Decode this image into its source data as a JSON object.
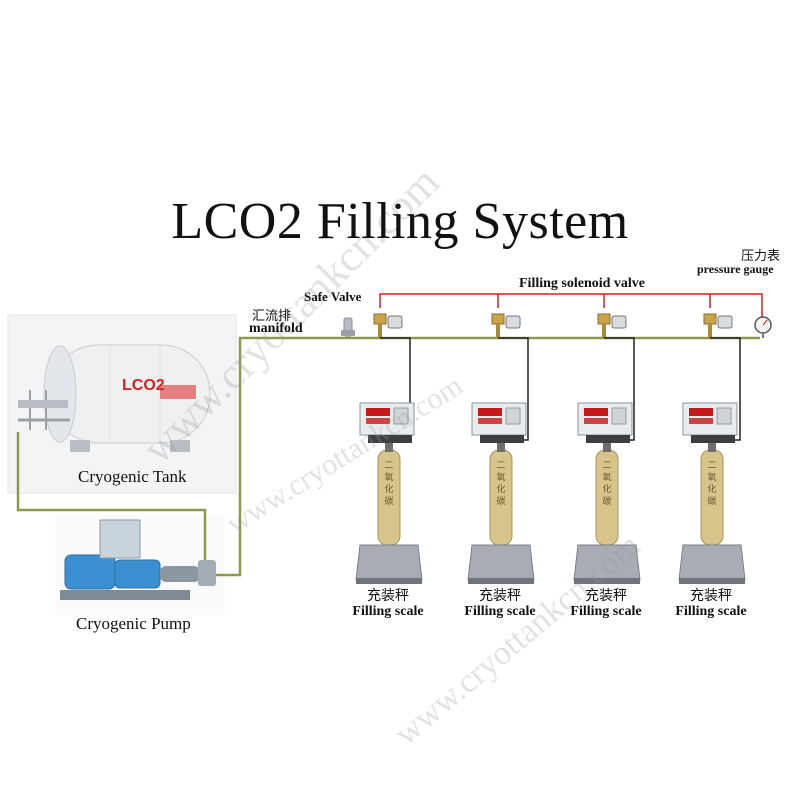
{
  "title": "LCO2 Filling System",
  "labels": {
    "safe_valve": "Safe Valve",
    "solenoid_valve": "Filling solenoid valve",
    "pressure_gauge_cn": "压力表",
    "pressure_gauge_en": "pressure gauge",
    "manifold_cn": "汇流排",
    "manifold_en": "manifold",
    "tank": "Cryogenic Tank",
    "pump": "Cryogenic Pump",
    "tank_marking": "LCO2"
  },
  "stations": [
    {
      "cn": "充装秤",
      "en": "Filling scale",
      "cyl_text": "二氧化碳"
    },
    {
      "cn": "充装秤",
      "en": "Filling scale",
      "cyl_text": "二氧化碳"
    },
    {
      "cn": "充装秤",
      "en": "Filling scale",
      "cyl_text": "二氧化碳"
    },
    {
      "cn": "充装秤",
      "en": "Filling scale",
      "cyl_text": "二氧化碳"
    }
  ],
  "watermark": "www.cryottankcn.com",
  "colors": {
    "pipe": "#8a9a4a",
    "red_line": "#d42020",
    "cylinder": "#d8c48a",
    "panel_red": "#c41a1a",
    "tank": "#eef0f2",
    "pump": "#3a8fd0"
  }
}
